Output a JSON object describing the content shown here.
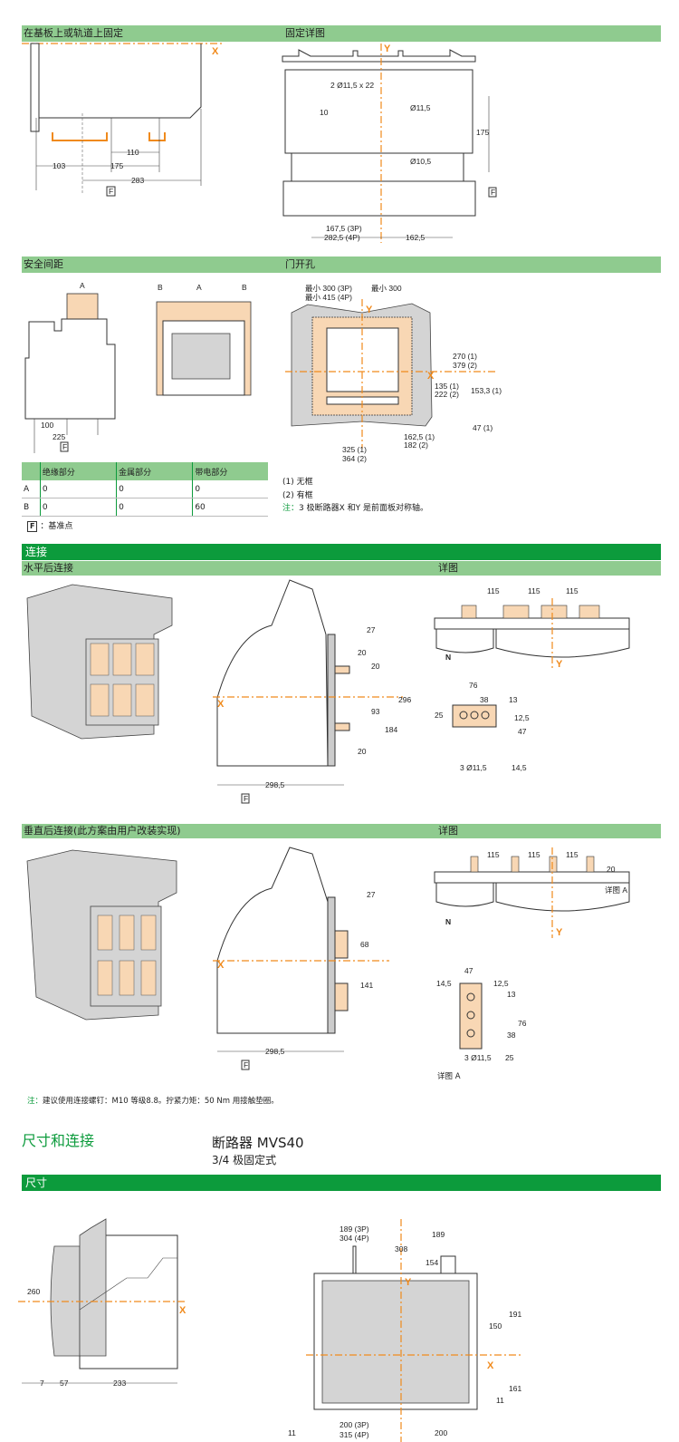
{
  "sections": {
    "mount_on_base": "在基板上或轨道上固定",
    "mount_detail": "固定详图",
    "clearance": "安全间距",
    "door_cutout": "门开孔",
    "connection": "连接",
    "horizontal_rear": "水平后连接",
    "detail": "详图",
    "vertical_rear": "垂直后连接(此方案由用户改装实现)",
    "dimensions": "尺寸"
  },
  "axes": {
    "x": "X",
    "y": "Y"
  },
  "datum": "F",
  "mount_dims": [
    "103",
    "175",
    "110",
    "283"
  ],
  "detail_dims": [
    "2 Ø11,5 x 22",
    "10",
    "Ø11,5",
    "175",
    "Ø10,5",
    "167,5 (3P)",
    "282,5 (4P)",
    "162,5"
  ],
  "clearance_dims": [
    "A",
    "100",
    "225",
    "B",
    "A",
    "B"
  ],
  "door_dims": [
    "最小 300 (3P)",
    "最小 415 (4P)",
    "最小 300",
    "270 (1)",
    "379 (2)",
    "135 (1)",
    "222 (2)",
    "153,3 (1)",
    "47 (1)",
    "162,5 (1)",
    "182 (2)",
    "325 (1)",
    "364 (2)"
  ],
  "clearance_table": {
    "headers": [
      "",
      "绝缘部分",
      "金属部分",
      "带电部分"
    ],
    "rows": [
      [
        "A",
        "0",
        "0",
        "0"
      ],
      [
        "B",
        "0",
        "0",
        "60"
      ]
    ]
  },
  "legend": {
    "frameless": "(1) 无框",
    "framed": "(2) 有框",
    "note_label": "注：",
    "note": "3 极断路器X 和Y 是前面板对称轴。",
    "datum_label": "：基准点"
  },
  "hconn_dims": [
    "27",
    "20",
    "20",
    "296",
    "93",
    "184",
    "20",
    "298,5"
  ],
  "hdetail_dims": [
    "115",
    "115",
    "115",
    "N",
    "76",
    "38",
    "13",
    "25",
    "12,5",
    "47",
    "3 Ø11,5",
    "14,5"
  ],
  "vconn_dims": [
    "27",
    "68",
    "141",
    "298,5"
  ],
  "vdetail_dims": [
    "115",
    "115",
    "115",
    "20",
    "详图 A",
    "N",
    "47",
    "14,5",
    "12,5",
    "13",
    "76",
    "38",
    "3 Ø11,5",
    "25"
  ],
  "detail_a_caption": "详图 A",
  "bolt_note": {
    "label": "注：",
    "text": "建议使用连接螺钉：M10 等级8.8。拧紧力矩：50 Nm 用接触垫圈。"
  },
  "page_heading": {
    "section": "尺寸和连接",
    "product": "断路器 MVS40",
    "subtitle": "3/4 极固定式"
  },
  "side_dims": [
    "260",
    "7",
    "57",
    "233"
  ],
  "front_dims": [
    "189 (3P)",
    "304 (4P)",
    "189",
    "308",
    "154",
    "191",
    "150",
    "161",
    "11",
    "11",
    "200 (3P)",
    "315 (4P)",
    "200"
  ],
  "colors": {
    "header_light": "#8fcb8f",
    "header_dark": "#0c9b3c",
    "axis": "#f08a1c",
    "clearance_zone": "#f8d7b4"
  }
}
